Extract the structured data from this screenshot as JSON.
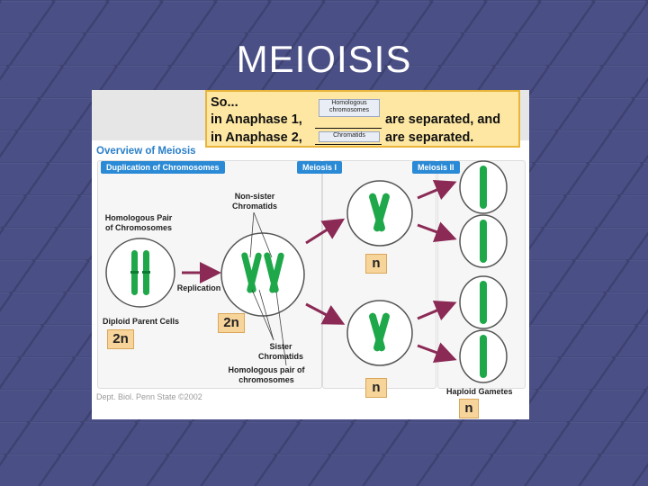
{
  "slide": {
    "title": "MEIOISIS"
  },
  "callout": {
    "line1": "So...",
    "line2_start": "in Anaphase 1,",
    "line2_end": "are separated, and",
    "line3_start": "in Anaphase 2,",
    "line3_end": "are separated.",
    "answer1": "Homologous chromosomes",
    "answer2": "Chromatids"
  },
  "figure": {
    "overview_title": "Overview of Meiosis",
    "step1": "Duplication of Chromosomes",
    "step2": "Meiosis I",
    "step3": "Meiosis II",
    "homologous_pair_label": "Homologous Pair of Chromosomes",
    "diploid_label": "Diploid Parent Cells",
    "replication_label": "Replication",
    "non_sister_label": "Non-sister Chromatids",
    "sister_label": "Sister Chromatids",
    "homologous_pair_bottom": "Homologous pair of chromosomes",
    "haploid_label": "Haploid Gametes",
    "ploidy_2n_a": "2n",
    "ploidy_2n_b": "2n",
    "ploidy_n_a": "n",
    "ploidy_n_b": "n",
    "ploidy_n_c": "n",
    "credit": "Dept. Biol. Penn State ©2002"
  },
  "colors": {
    "background": "#4a4f86",
    "chromosome": "#1ea84a",
    "arrow": "#8a2a55",
    "step_box": "#2a8ad6",
    "callout_fill": "#fde7a2",
    "ploidy_fill": "#f7d49a"
  }
}
